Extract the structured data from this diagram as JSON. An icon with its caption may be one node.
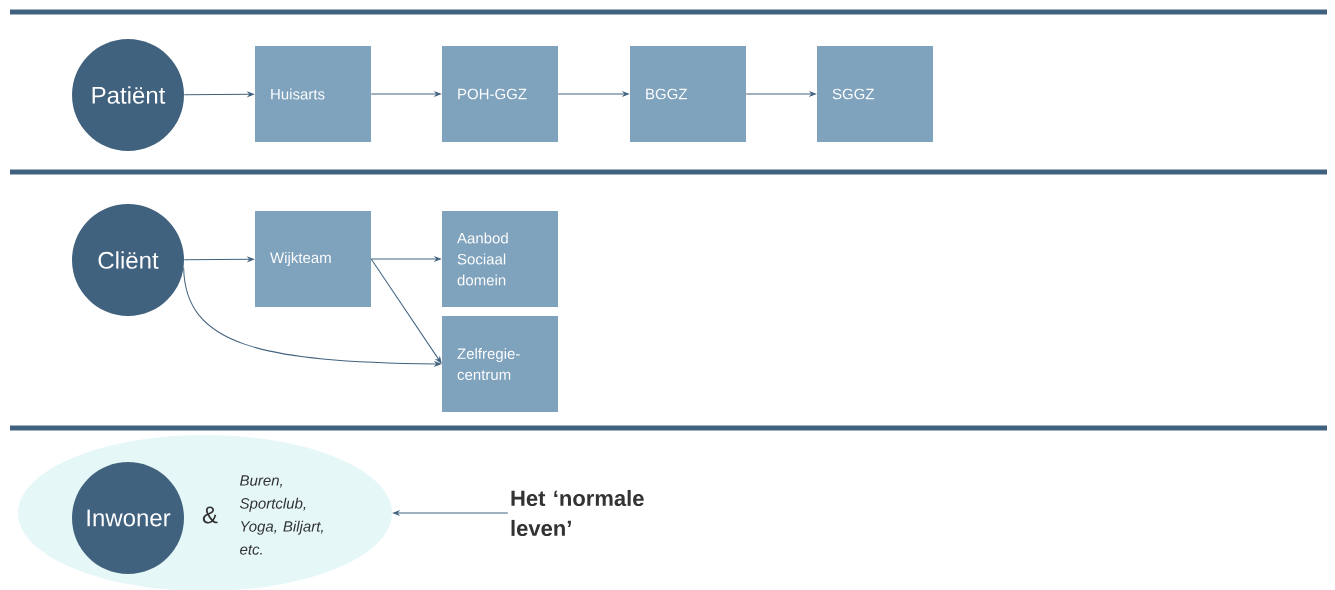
{
  "diagram": {
    "nodes": [
      {
        "text": [
          "Patiënt"
        ]
      },
      {
        "text": [
          "Huisarts"
        ]
      },
      {
        "text": [
          "POH-GGZ"
        ]
      },
      {
        "text": [
          "BGGZ"
        ]
      },
      {
        "text": [
          "SGGZ"
        ]
      },
      {
        "text": [
          "Cliënt"
        ]
      },
      {
        "text": [
          "Wijkteam"
        ]
      },
      {
        "text": [
          "Aanbod Sociaal domein"
        ]
      },
      {
        "text": [
          "Zelfregie-centrum"
        ]
      },
      {
        "text": [
          "&",
          "Buren, Sportclub, Yoga, Biljart, etc."
        ]
      },
      {
        "text": [
          "Inwoner"
        ],
        "in": 9
      },
      {
        "text": [
          "Het ‘normale leven’"
        ]
      }
    ],
    "edges": [
      {
        "from": 0,
        "to": 1,
        "arrow": "to"
      },
      {
        "from": 1,
        "to": 2,
        "arrow": "to"
      },
      {
        "from": 2,
        "to": 3,
        "arrow": "to"
      },
      {
        "from": 3,
        "to": 4,
        "arrow": "to"
      },
      {
        "from": 5,
        "to": 6,
        "arrow": "to"
      },
      {
        "from": 6,
        "to": 7,
        "arrow": "to"
      },
      {
        "from": 6,
        "to": 8,
        "arrow": "to"
      },
      {
        "from": 5,
        "to": 8,
        "arrow": "to"
      },
      {
        "from": 11,
        "to": 9,
        "arrow": "to"
      }
    ]
  }
}
